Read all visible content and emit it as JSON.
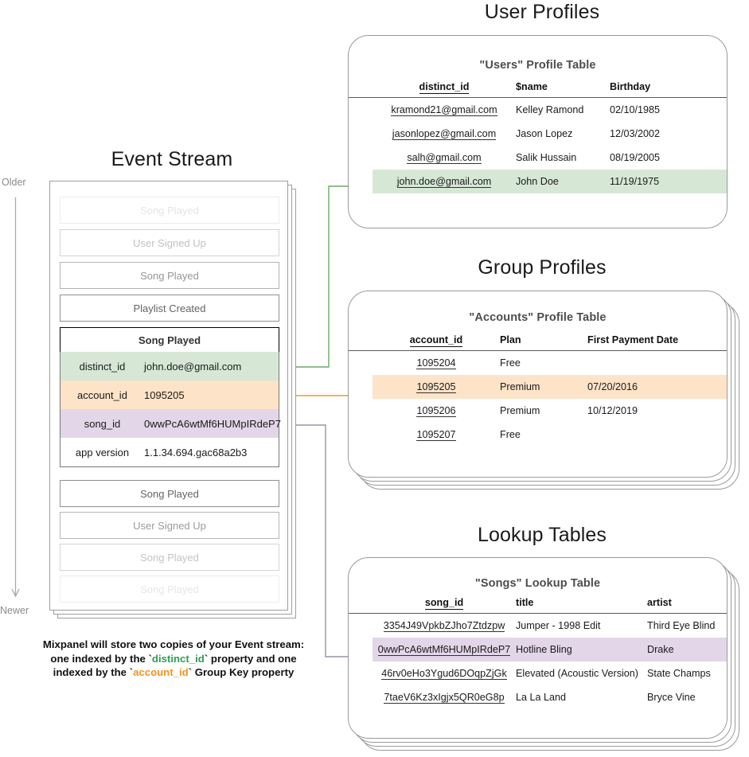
{
  "sections": {
    "user_profiles_title": "User Profiles",
    "group_profiles_title": "Group Profiles",
    "lookup_tables_title": "Lookup Tables",
    "event_stream_title": "Event Stream"
  },
  "time_axis": {
    "older_label": "Older",
    "newer_label": "Newer"
  },
  "event_stream": {
    "events_before": [
      {
        "label": "Song Played",
        "opacity": 0.14
      },
      {
        "label": "User Signed Up",
        "opacity": 0.34
      },
      {
        "label": "Song Played",
        "opacity": 0.58
      },
      {
        "label": "Playlist Created",
        "opacity": 0.85
      }
    ],
    "selected_event": {
      "title": "Song Played",
      "properties": [
        {
          "key": "distinct_id",
          "value": "john.doe@gmail.com",
          "highlight": "green"
        },
        {
          "key": "account_id",
          "value": "1095205",
          "highlight": "orange"
        },
        {
          "key": "song_id",
          "value": "0wwPcA6wtMf6HUMpIRdeP7",
          "highlight": "purple"
        },
        {
          "key": "app version",
          "value": "1.1.34.694.gac68a2b3",
          "highlight": "none"
        }
      ]
    },
    "events_after": [
      {
        "label": "Song Played",
        "opacity": 0.85
      },
      {
        "label": "User Signed Up",
        "opacity": 0.55
      },
      {
        "label": "Song Played",
        "opacity": 0.32
      },
      {
        "label": "Song Played",
        "opacity": 0.13
      }
    ]
  },
  "caption": {
    "line1": "Mixpanel will store two copies of your Event stream:",
    "line2_pre": "one indexed by the `",
    "line2_code": "distinct_id",
    "line2_post": "` property and one",
    "line3_pre": "indexed by the `",
    "line3_code": "account_id",
    "line3_post": "` Group Key property"
  },
  "users_table": {
    "title": "\"Users\" Profile Table",
    "columns": [
      "distinct_id",
      "$name",
      "Birthday"
    ],
    "rows": [
      {
        "cells": [
          "kramond21@gmail.com",
          "Kelley Ramond",
          "02/10/1985"
        ],
        "highlight": "none"
      },
      {
        "cells": [
          "jasonlopez@gmail.com",
          "Jason Lopez",
          "12/03/2002"
        ],
        "highlight": "none"
      },
      {
        "cells": [
          "salh@gmail.com",
          "Salik Hussain",
          "08/19/2005"
        ],
        "highlight": "none"
      },
      {
        "cells": [
          "john.doe@gmail.com",
          "John Doe",
          "11/19/1975"
        ],
        "highlight": "green"
      }
    ]
  },
  "accounts_table": {
    "title": "\"Accounts\" Profile Table",
    "columns": [
      "account_id",
      "Plan",
      "First Payment Date"
    ],
    "rows": [
      {
        "cells": [
          "1095204",
          "Free",
          ""
        ],
        "highlight": "none"
      },
      {
        "cells": [
          "1095205",
          "Premium",
          "07/20/2016"
        ],
        "highlight": "orange"
      },
      {
        "cells": [
          "1095206",
          "Premium",
          "10/12/2019"
        ],
        "highlight": "none"
      },
      {
        "cells": [
          "1095207",
          "Free",
          ""
        ],
        "highlight": "none"
      }
    ]
  },
  "songs_table": {
    "title": "\"Songs\" Lookup Table",
    "columns": [
      "song_id",
      "title",
      "artist"
    ],
    "rows": [
      {
        "cells": [
          "3354J49VpkbZJho7Ztdzpw",
          "Jumper - 1998 Edit",
          "Third Eye Blind"
        ],
        "highlight": "none"
      },
      {
        "cells": [
          "0wwPcA6wtMf6HUMpIRdeP7",
          "Hotline Bling",
          "Drake"
        ],
        "highlight": "purple"
      },
      {
        "cells": [
          "46rv0eHo3Ygud6DOqpZjGk",
          "Elevated (Acoustic Version)",
          "State Champs"
        ],
        "highlight": "none"
      },
      {
        "cells": [
          "7taeV6Kz3xIgjx5QR0eG8p",
          "La La Land",
          "Bryce Vine"
        ],
        "highlight": "none"
      }
    ]
  },
  "colors": {
    "green_highlight": "#d6e8d5",
    "orange_highlight": "#fde3c8",
    "purple_highlight": "#e3d6e8",
    "green_arrow": "#6aaa64",
    "orange_arrow": "#e89b30",
    "purple_arrow": "#9e90a8",
    "card_border": "#9a9a9a",
    "caption_green": "#2e9e54",
    "caption_orange": "#f5921e"
  }
}
